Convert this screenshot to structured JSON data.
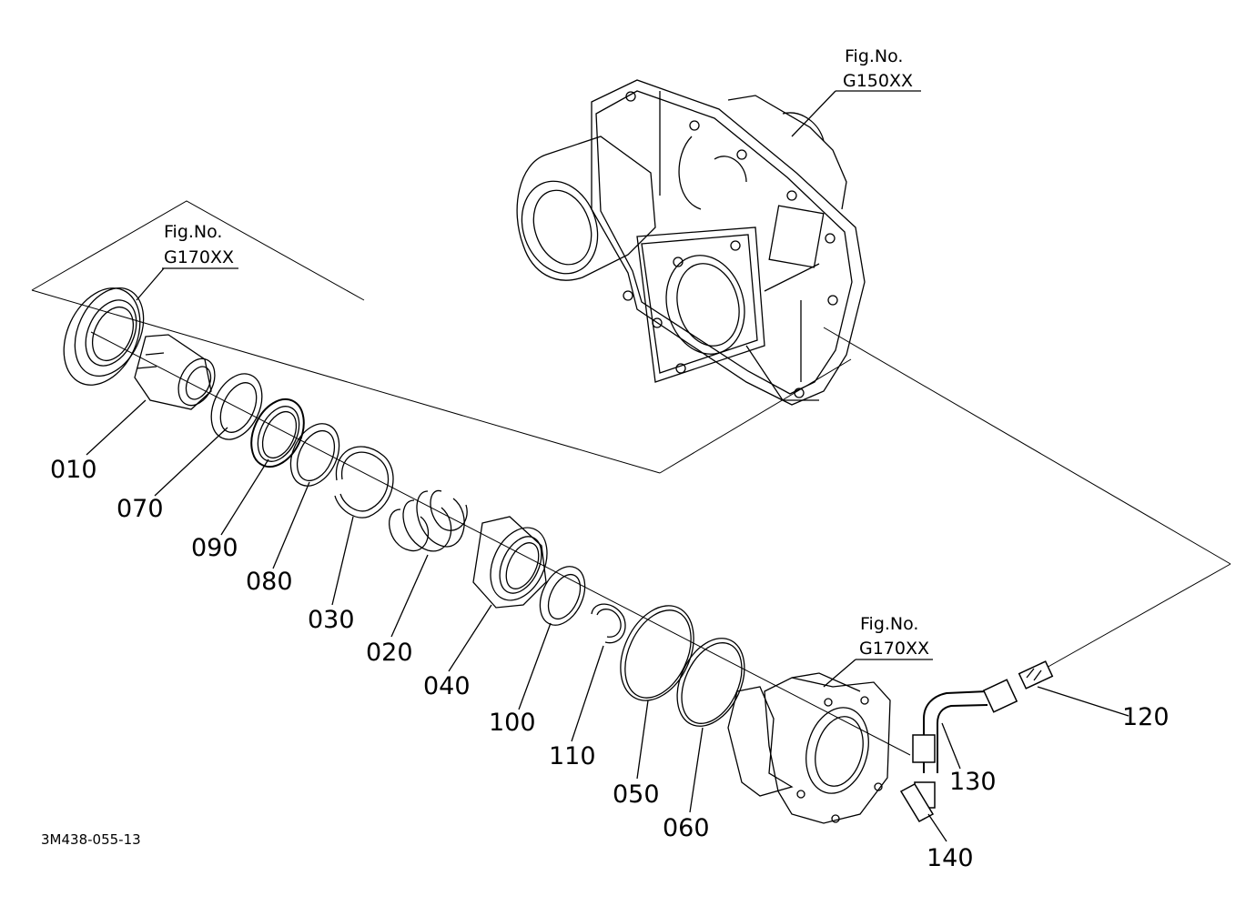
{
  "diagram": {
    "drawing_code": "3M438-055-13",
    "figure_refs": [
      {
        "label": "Fig.No.",
        "ref": "G150XX"
      },
      {
        "label": "Fig.No.",
        "ref": "G170XX"
      },
      {
        "label": "Fig.No.",
        "ref": "G170XX"
      }
    ],
    "parts": [
      {
        "number": "010"
      },
      {
        "number": "070"
      },
      {
        "number": "090"
      },
      {
        "number": "080"
      },
      {
        "number": "030"
      },
      {
        "number": "020"
      },
      {
        "number": "040"
      },
      {
        "number": "100"
      },
      {
        "number": "110"
      },
      {
        "number": "050"
      },
      {
        "number": "060"
      },
      {
        "number": "120"
      },
      {
        "number": "130"
      },
      {
        "number": "140"
      }
    ]
  }
}
